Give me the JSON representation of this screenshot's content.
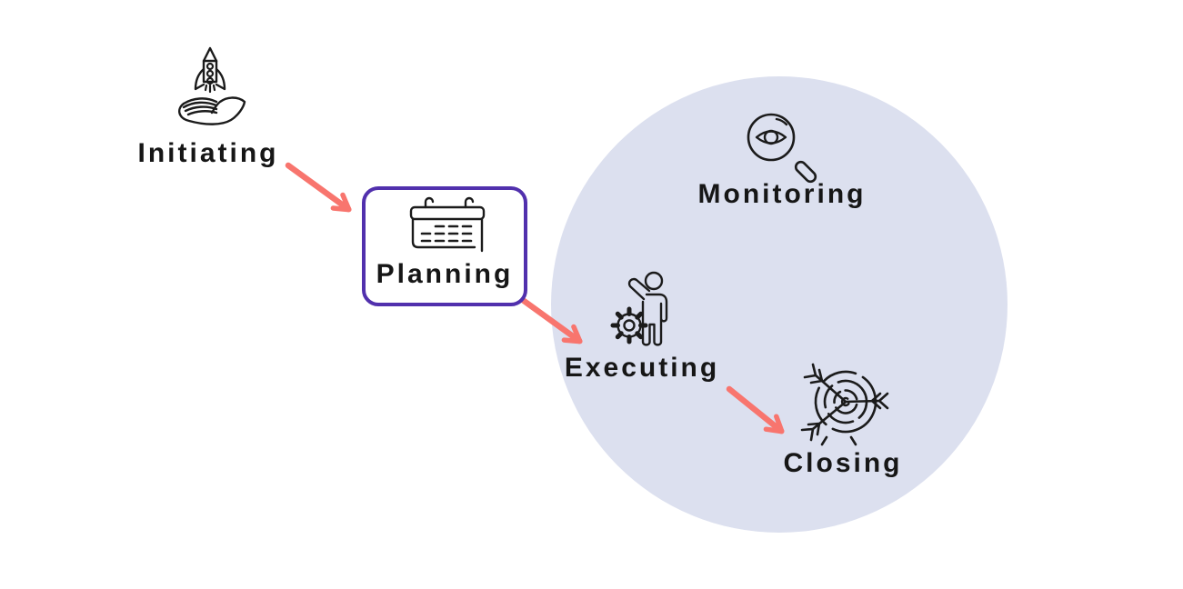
{
  "diagram": {
    "phases": {
      "initiating": {
        "label": "Initiating",
        "icon": "rocket-handoff-icon",
        "highlighted": false,
        "inside_circle": false
      },
      "planning": {
        "label": "Planning",
        "icon": "calendar-icon",
        "highlighted": true,
        "inside_circle": false
      },
      "executing": {
        "label": "Executing",
        "icon": "gear-person-icon",
        "highlighted": false,
        "inside_circle": true
      },
      "monitoring": {
        "label": "Monitoring",
        "icon": "eye-magnifier-icon",
        "highlighted": false,
        "inside_circle": true
      },
      "closing": {
        "label": "Closing",
        "icon": "target-arrows-icon",
        "highlighted": false,
        "inside_circle": true
      }
    },
    "connections": [
      {
        "from": "Initiating",
        "to": "Planning"
      },
      {
        "from": "Planning",
        "to": "Executing"
      },
      {
        "from": "Executing",
        "to": "Closing"
      }
    ],
    "colors": {
      "background": "#ffffff",
      "circle_fill": "#dce0ef",
      "arrow": "#f8756e",
      "highlight_border": "#5130ad",
      "text": "#161616",
      "icon_stroke": "#1b1b1b"
    }
  }
}
